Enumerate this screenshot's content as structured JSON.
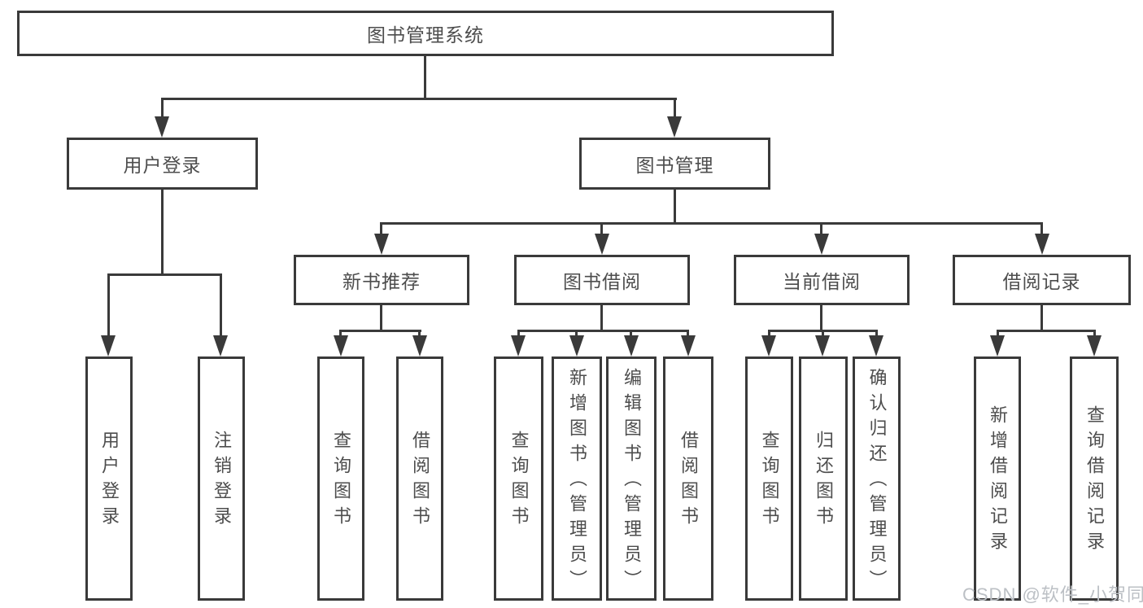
{
  "diagram": {
    "type": "hierarchy-tree",
    "root": {
      "label": "图书管理系统",
      "children": [
        {
          "label": "用户登录",
          "children": [
            {
              "label": "用户登录"
            },
            {
              "label": "注销登录"
            }
          ]
        },
        {
          "label": "图书管理",
          "children": [
            {
              "label": "新书推荐",
              "children": [
                {
                  "label": "查询图书"
                },
                {
                  "label": "借阅图书"
                }
              ]
            },
            {
              "label": "图书借阅",
              "children": [
                {
                  "label": "查询图书"
                },
                {
                  "label": "新增图书（管理员）"
                },
                {
                  "label": "编辑图书（管理员）"
                },
                {
                  "label": "借阅图书"
                }
              ]
            },
            {
              "label": "当前借阅",
              "children": [
                {
                  "label": "查询图书"
                },
                {
                  "label": "归还图书"
                },
                {
                  "label": "确认归还（管理员）"
                }
              ]
            },
            {
              "label": "借阅记录",
              "children": [
                {
                  "label": "新增借阅记录"
                },
                {
                  "label": "查询借阅记录"
                }
              ]
            }
          ]
        }
      ]
    }
  },
  "watermark": {
    "text": "CSDN @软件_小贺同学"
  },
  "colors": {
    "line": "#3a3a3a",
    "text": "#4d4d4d",
    "box_background": "#ffffff",
    "watermark": "#bcc0c5",
    "background": "#ffffff"
  }
}
